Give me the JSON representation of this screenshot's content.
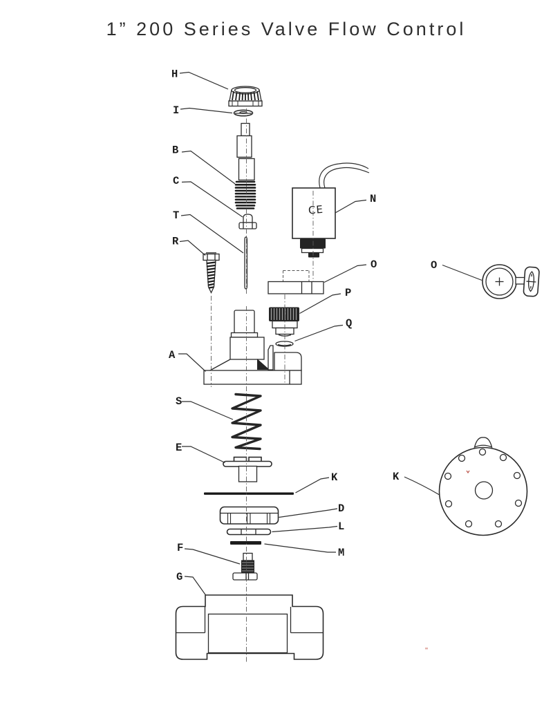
{
  "page": {
    "title": "1” 200 Series Valve Flow Control"
  },
  "diagram": {
    "type": "exploded-parts-diagram",
    "background_color": "#ffffff",
    "line_color": "#2a2a2a",
    "callout_labels": {
      "H": "H",
      "I": "I",
      "B": "B",
      "C": "C",
      "T": "T",
      "R": "R",
      "N": "N",
      "O": "O",
      "P": "P",
      "Q": "Q",
      "A": "A",
      "S": "S",
      "E": "E",
      "K": "K",
      "D": "D",
      "L": "L",
      "M": "M",
      "F": "F",
      "G": "G"
    },
    "side_view_labels": {
      "O": "O",
      "K": "K"
    },
    "solenoid_marking": "CE"
  }
}
